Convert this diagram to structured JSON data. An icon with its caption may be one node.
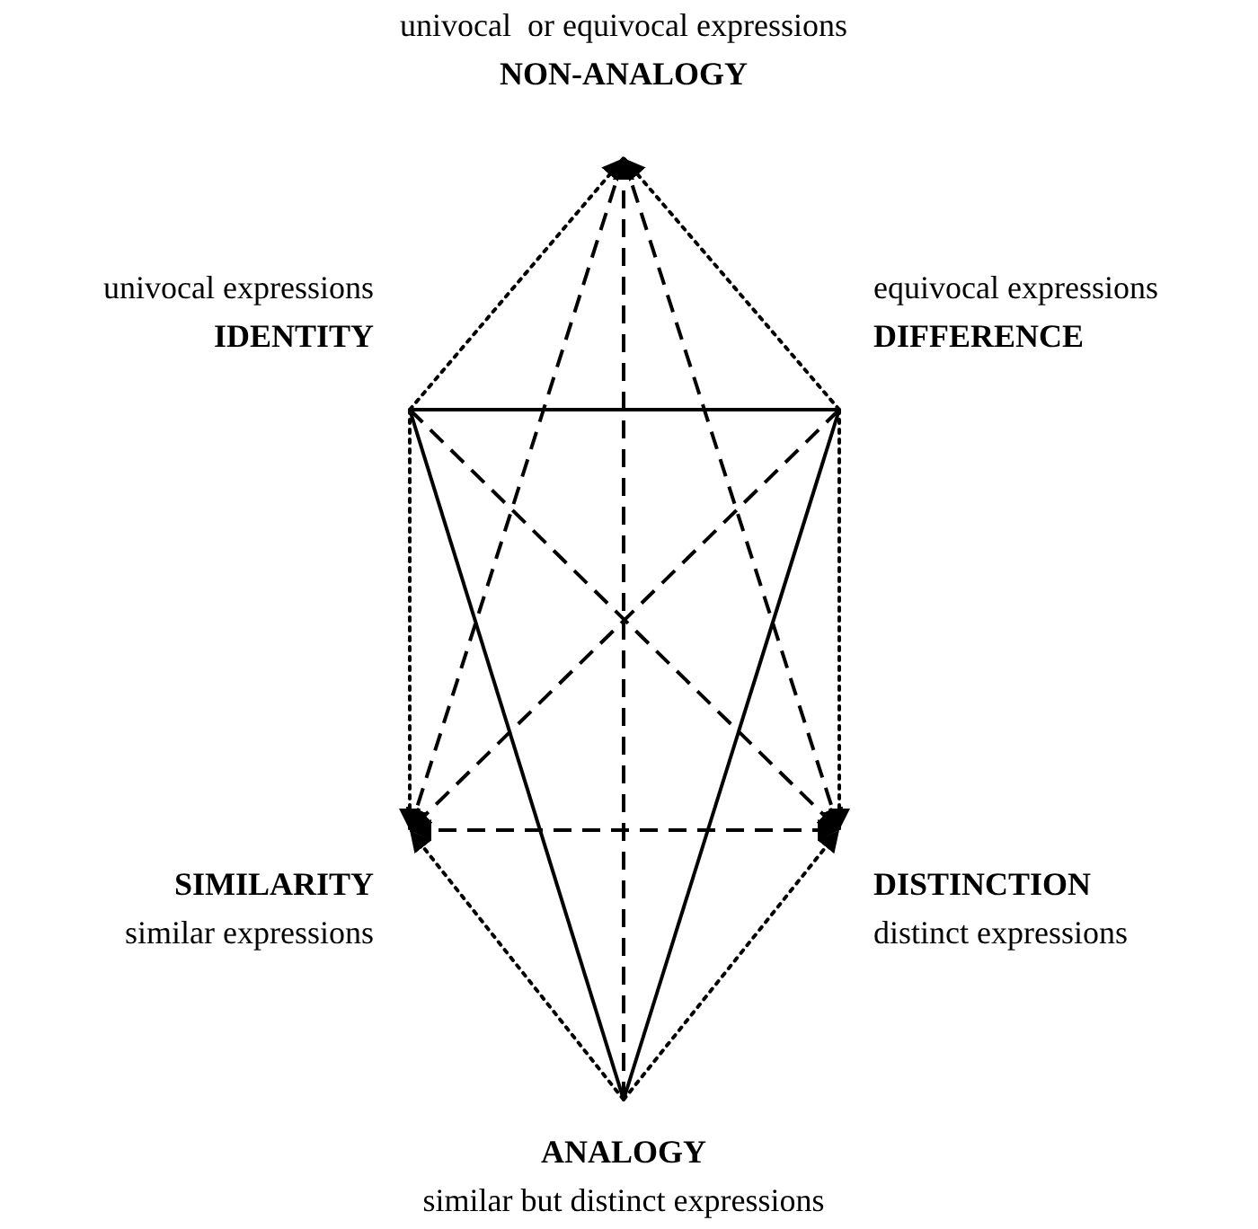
{
  "diagram": {
    "nodes": [
      {
        "text": [
          "univocal  or equivocal expressions",
          "NON-ANALOGY"
        ]
      },
      {
        "text": [
          "univocal expressions",
          "IDENTITY"
        ]
      },
      {
        "text": [
          "equivocal expressions",
          "DIFFERENCE"
        ]
      },
      {
        "text": [
          "SIMILARITY",
          "similar expressions"
        ]
      },
      {
        "text": [
          "DISTINCTION",
          "distinct expressions"
        ]
      },
      {
        "text": [
          "ANALOGY",
          "similar but distinct expressions"
        ]
      }
    ],
    "edges": [
      {
        "from": 1,
        "to": 2,
        "arrow": "none"
      },
      {
        "from": 1,
        "to": 5,
        "arrow": "none"
      },
      {
        "from": 2,
        "to": 5,
        "arrow": "none"
      },
      {
        "from": 1,
        "to": 0,
        "arrow": "to",
        "style": "dashed"
      },
      {
        "from": 2,
        "to": 0,
        "arrow": "to",
        "style": "dashed"
      },
      {
        "from": 5,
        "to": 0,
        "arrow": "to",
        "style": "dashed"
      },
      {
        "from": 0,
        "to": 3,
        "arrow": "to",
        "style": "dashed"
      },
      {
        "from": 0,
        "to": 4,
        "arrow": "to",
        "style": "dashed"
      },
      {
        "from": 1,
        "to": 3,
        "arrow": "to",
        "style": "dashed"
      },
      {
        "from": 2,
        "to": 4,
        "arrow": "to",
        "style": "dashed"
      },
      {
        "from": 1,
        "to": 4,
        "arrow": "to",
        "style": "dashed"
      },
      {
        "from": 2,
        "to": 3,
        "arrow": "to",
        "style": "dashed"
      },
      {
        "from": 5,
        "to": 3,
        "arrow": "to",
        "style": "dashed"
      },
      {
        "from": 5,
        "to": 4,
        "arrow": "to",
        "style": "dashed"
      },
      {
        "from": 3,
        "to": 4,
        "arrow": "both",
        "style": "dashed"
      }
    ]
  }
}
